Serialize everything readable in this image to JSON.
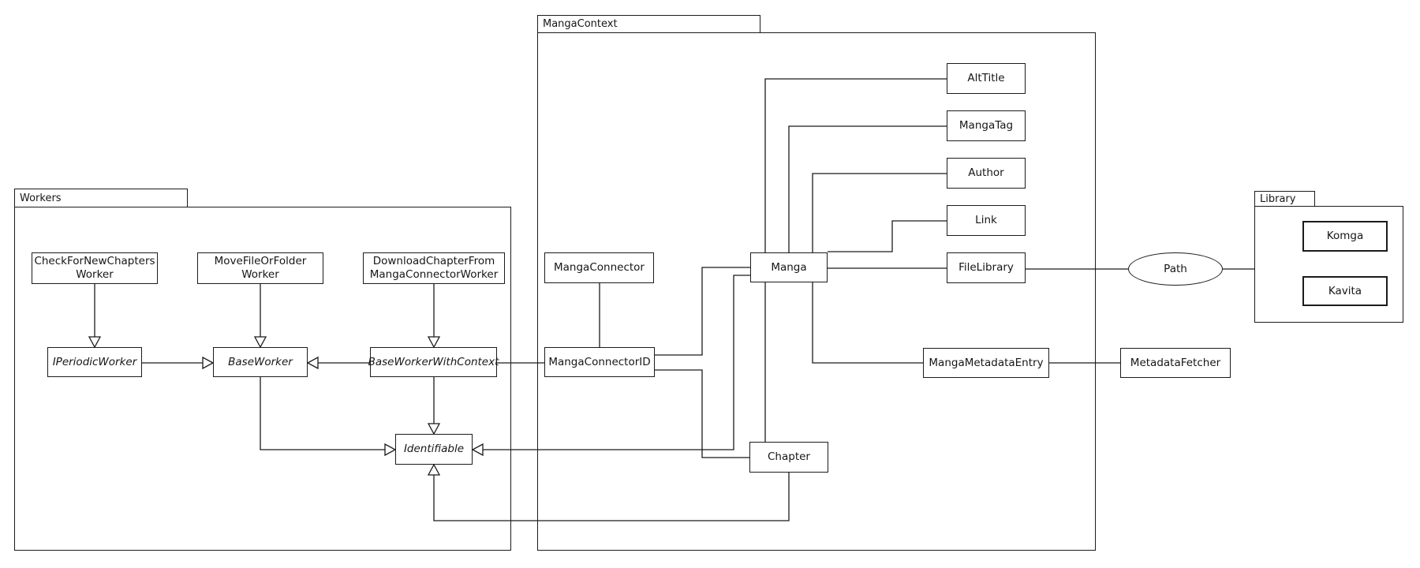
{
  "colors": {
    "stroke": "#1b1b1b",
    "background": "#ffffff"
  },
  "packages": {
    "workers": {
      "label": "Workers"
    },
    "mangaContext": {
      "label": "MangaContext"
    },
    "library": {
      "label": "Library"
    }
  },
  "nodes": {
    "checkForNewChaptersWorker": {
      "line1": "CheckForNewChapters",
      "line2": "Worker"
    },
    "moveFileOrFolderWorker": {
      "line1": "MoveFileOrFolder",
      "line2": "Worker"
    },
    "downloadChapterFromMangaConnectorWorker": {
      "line1": "DownloadChapterFrom",
      "line2": "MangaConnectorWorker"
    },
    "iPeriodicWorker": {
      "label": "IPeriodicWorker"
    },
    "baseWorker": {
      "label": "BaseWorker"
    },
    "baseWorkerWithContext": {
      "label": "BaseWorkerWithContext"
    },
    "identifiable": {
      "label": "Identifiable"
    },
    "mangaConnector": {
      "label": "MangaConnector"
    },
    "mangaConnectorID": {
      "label": "MangaConnectorID"
    },
    "manga": {
      "label": "Manga"
    },
    "chapter": {
      "label": "Chapter"
    },
    "altTitle": {
      "label": "AltTitle"
    },
    "mangaTag": {
      "label": "MangaTag"
    },
    "author": {
      "label": "Author"
    },
    "link": {
      "label": "Link"
    },
    "fileLibrary": {
      "label": "FileLibrary"
    },
    "mangaMetadataEntry": {
      "label": "MangaMetadataEntry"
    },
    "metadataFetcher": {
      "label": "MetadataFetcher"
    },
    "path": {
      "label": "Path"
    },
    "komga": {
      "label": "Komga"
    },
    "kavita": {
      "label": "Kavita"
    }
  },
  "relationships": [
    {
      "from": "CheckForNewChaptersWorker",
      "to": "IPeriodicWorker",
      "type": "inheritance"
    },
    {
      "from": "MoveFileOrFolderWorker",
      "to": "BaseWorker",
      "type": "inheritance"
    },
    {
      "from": "DownloadChapterFromMangaConnectorWorker",
      "to": "BaseWorkerWithContext",
      "type": "inheritance"
    },
    {
      "from": "IPeriodicWorker",
      "to": "BaseWorker",
      "type": "inheritance"
    },
    {
      "from": "BaseWorkerWithContext",
      "to": "BaseWorker",
      "type": "inheritance"
    },
    {
      "from": "BaseWorker",
      "to": "Identifiable",
      "type": "inheritance"
    },
    {
      "from": "BaseWorkerWithContext",
      "to": "Identifiable",
      "type": "inheritance"
    },
    {
      "from": "Manga",
      "to": "Identifiable",
      "type": "inheritance"
    },
    {
      "from": "Chapter",
      "to": "Identifiable",
      "type": "inheritance"
    },
    {
      "from": "BaseWorkerWithContext",
      "to": "MangaConnectorID",
      "type": "association"
    },
    {
      "from": "MangaConnector",
      "to": "MangaConnectorID",
      "type": "association"
    },
    {
      "from": "Manga",
      "to": "MangaConnectorID",
      "type": "association"
    },
    {
      "from": "MangaConnectorID",
      "to": "Chapter",
      "type": "association"
    },
    {
      "from": "Manga",
      "to": "Chapter",
      "type": "association"
    },
    {
      "from": "Manga",
      "to": "AltTitle",
      "type": "association"
    },
    {
      "from": "Manga",
      "to": "MangaTag",
      "type": "association"
    },
    {
      "from": "Manga",
      "to": "Author",
      "type": "association"
    },
    {
      "from": "Manga",
      "to": "Link",
      "type": "association"
    },
    {
      "from": "Manga",
      "to": "FileLibrary",
      "type": "association"
    },
    {
      "from": "Manga",
      "to": "MangaMetadataEntry",
      "type": "association"
    },
    {
      "from": "MangaMetadataEntry",
      "to": "MetadataFetcher",
      "type": "association"
    },
    {
      "from": "FileLibrary",
      "to": "Path",
      "type": "association"
    },
    {
      "from": "Path",
      "to": "Library",
      "type": "association"
    }
  ]
}
